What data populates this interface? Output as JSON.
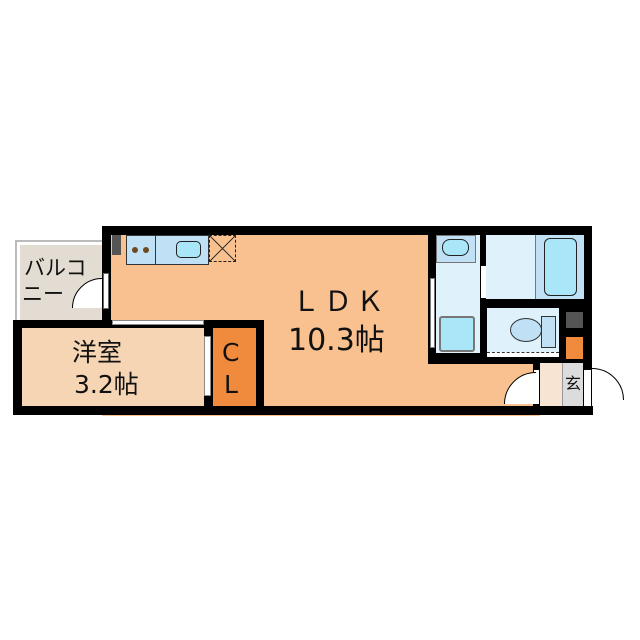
{
  "floorplan": {
    "rooms": {
      "ldk": {
        "name": "ＬＤＫ",
        "size": "10.3帖",
        "color": "#f8c18f"
      },
      "western": {
        "name": "洋室",
        "size": "3.2帖",
        "color": "#f5d5b3"
      },
      "closet": {
        "name_line1": "C",
        "name_line2": "L",
        "color": "#f08a3c"
      },
      "balcony": {
        "name_line1": "バルコ",
        "name_line2": "ニー",
        "color": "#e3dcd3"
      },
      "entrance": {
        "name": "玄",
        "color": "#dcdcdc"
      },
      "wet_area": {
        "color": "#dff2fb"
      }
    },
    "colors": {
      "wall": "#000000",
      "fixture_blue": "#a8e6f8",
      "counter": "#bfe0f5",
      "stove_burner": "#6b4a1e",
      "storage_dark": "#555555",
      "shoe_box": "#f08a3c",
      "entry_floor": "#f7e4d2"
    }
  }
}
